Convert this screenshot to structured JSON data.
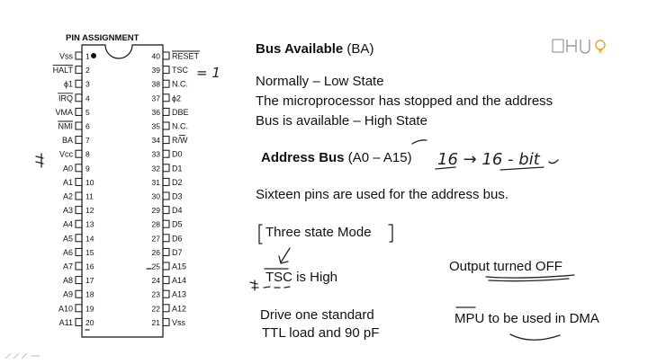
{
  "chip": {
    "title": "PIN ASSIGNMENT",
    "left_pins": [
      {
        "num": "1",
        "label": "Vss"
      },
      {
        "num": "2",
        "label": "HALT"
      },
      {
        "num": "3",
        "label": "ϕ1"
      },
      {
        "num": "4",
        "label": "IRQ"
      },
      {
        "num": "5",
        "label": "VMA"
      },
      {
        "num": "6",
        "label": "NMI"
      },
      {
        "num": "7",
        "label": "BA"
      },
      {
        "num": "8",
        "label": "Vcc"
      },
      {
        "num": "9",
        "label": "A0"
      },
      {
        "num": "10",
        "label": "A1"
      },
      {
        "num": "11",
        "label": "A2"
      },
      {
        "num": "12",
        "label": "A3"
      },
      {
        "num": "13",
        "label": "A4"
      },
      {
        "num": "14",
        "label": "A5"
      },
      {
        "num": "15",
        "label": "A6"
      },
      {
        "num": "16",
        "label": "A7"
      },
      {
        "num": "17",
        "label": "A8"
      },
      {
        "num": "18",
        "label": "A9"
      },
      {
        "num": "19",
        "label": "A10"
      },
      {
        "num": "20",
        "label": "A11"
      }
    ],
    "right_pins": [
      {
        "num": "40",
        "label": "RESET"
      },
      {
        "num": "39",
        "label": "TSC"
      },
      {
        "num": "38",
        "label": "N.C."
      },
      {
        "num": "37",
        "label": "ϕ2"
      },
      {
        "num": "36",
        "label": "DBE"
      },
      {
        "num": "35",
        "label": "N.C."
      },
      {
        "num": "34",
        "label": "R/W"
      },
      {
        "num": "33",
        "label": "D0"
      },
      {
        "num": "32",
        "label": "D1"
      },
      {
        "num": "31",
        "label": "D2"
      },
      {
        "num": "30",
        "label": "D3"
      },
      {
        "num": "29",
        "label": "D4"
      },
      {
        "num": "28",
        "label": "D5"
      },
      {
        "num": "27",
        "label": "D6"
      },
      {
        "num": "26",
        "label": "D7"
      },
      {
        "num": "25",
        "label": "A15"
      },
      {
        "num": "24",
        "label": "A14"
      },
      {
        "num": "23",
        "label": "A13"
      },
      {
        "num": "22",
        "label": "A12"
      },
      {
        "num": "21",
        "label": "Vss"
      }
    ]
  },
  "slide": {
    "bus_available_title": "Bus Available",
    "bus_available_abbr": " (BA)",
    "line1": "Normally – Low State",
    "line2": "The microprocessor has stopped and the address",
    "line3": "Bus is available – High State",
    "address_bus_title": "Address Bus",
    "address_bus_range": " (A0 – A15)",
    "sixteen_pins": "Sixteen pins are used for the address bus.",
    "three_state": "Three state Mode",
    "tsc_high": "TSC is High",
    "output_off": "Output turned OFF",
    "drive_line1": "Drive one standard",
    "drive_line2": "TTL load and 90 pF",
    "mpu_dma": "MPU to be used in DMA"
  },
  "annotations": {
    "tsc_note": "= 1",
    "bit_note": "16 → 16 - bit"
  },
  "colors": {
    "ink": "#222222",
    "text": "#111111",
    "background": "#ffffff"
  },
  "icons": [
    "logo-icon",
    "pen-tool-icon"
  ]
}
